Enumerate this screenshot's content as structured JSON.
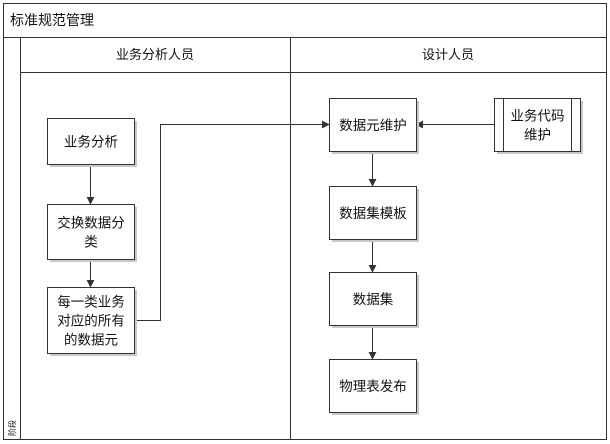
{
  "diagram": {
    "title": "标准规范管理",
    "phase_label": "阶段",
    "lanes": [
      {
        "id": "analyst",
        "label": "业务分析人员"
      },
      {
        "id": "designer",
        "label": "设计人员"
      }
    ],
    "nodes": [
      {
        "id": "biz-analysis",
        "lines": [
          "业务分析"
        ]
      },
      {
        "id": "exchange-classify",
        "lines": [
          "交换数据分",
          "类"
        ]
      },
      {
        "id": "element-list",
        "lines": [
          "每一类业务",
          "对应的所有",
          "的数据元"
        ]
      },
      {
        "id": "element-maintain",
        "lines": [
          "数据元维护"
        ]
      },
      {
        "id": "biz-code",
        "lines": [
          "业务代码",
          "维护"
        ]
      },
      {
        "id": "dataset-template",
        "lines": [
          "数据集模板"
        ]
      },
      {
        "id": "dataset",
        "lines": [
          "数据集"
        ]
      },
      {
        "id": "table-publish",
        "lines": [
          "物理表发布"
        ]
      }
    ],
    "edges": [
      {
        "from": "biz-analysis",
        "to": "exchange-classify"
      },
      {
        "from": "exchange-classify",
        "to": "element-list"
      },
      {
        "from": "element-list",
        "to": "element-maintain"
      },
      {
        "from": "biz-code",
        "to": "element-maintain"
      },
      {
        "from": "element-maintain",
        "to": "dataset-template"
      },
      {
        "from": "dataset-template",
        "to": "dataset"
      },
      {
        "from": "dataset",
        "to": "table-publish"
      }
    ],
    "colors": {
      "frame": "#333333",
      "box_fill": "#ffffff",
      "box_shadow": "#c8c8c8",
      "header_fill": "#ffffff",
      "line": "#333333"
    }
  }
}
